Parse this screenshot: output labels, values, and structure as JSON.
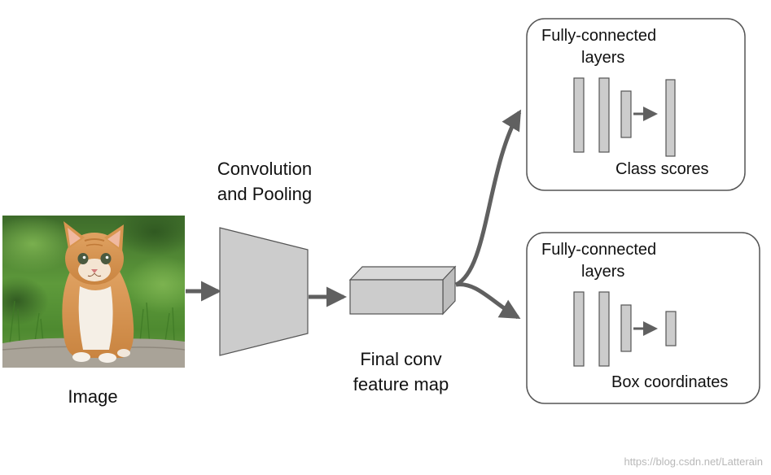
{
  "labels": {
    "image": "Image",
    "conv_line1": "Convolution",
    "conv_line2": "and Pooling",
    "feat_line1": "Final conv",
    "feat_line2": "feature map"
  },
  "branches": {
    "top": {
      "title_line1": "Fully-connected",
      "title_line2": "layers",
      "output": "Class scores"
    },
    "bottom": {
      "title_line1": "Fully-connected",
      "title_line2": "layers",
      "output": "Box coordinates"
    }
  },
  "watermark": "https://blog.csdn.net/Latterain",
  "colors": {
    "block_fill": "#cccccc",
    "block_stroke": "#555555",
    "arrow": "#606060",
    "box_stroke": "#555555"
  }
}
